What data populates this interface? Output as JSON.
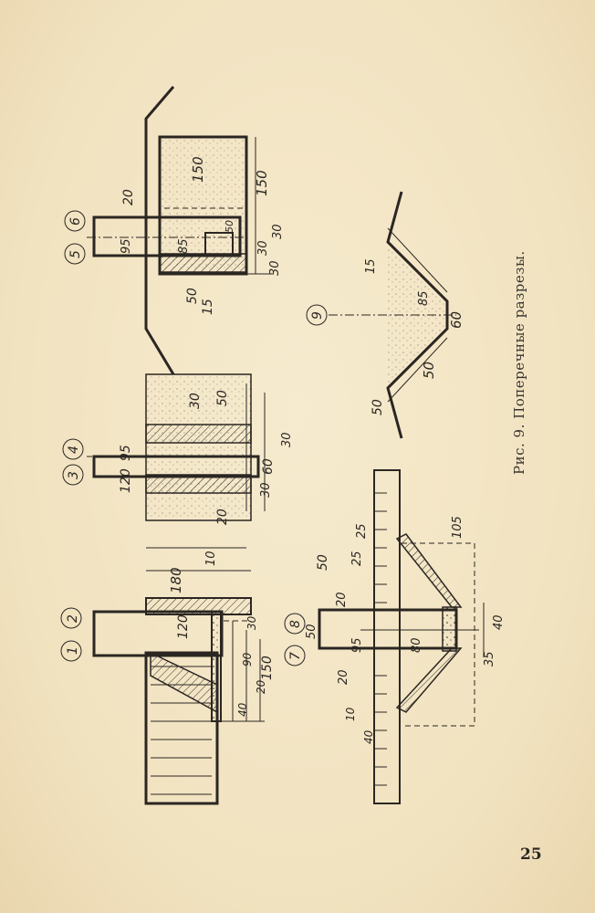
{
  "caption": "Рис. 9. Поперечные разрезы.",
  "page_number": "25",
  "section_markers": [
    "1",
    "2",
    "3",
    "4",
    "5",
    "6",
    "7",
    "8",
    "9"
  ],
  "dimensions": {
    "sec12": [
      "180",
      "10",
      "120",
      "30",
      "90",
      "20",
      "150",
      "40"
    ],
    "sec34": [
      "30",
      "50",
      "120",
      "95",
      "60",
      "30",
      "30",
      "20"
    ],
    "sec56": [
      "20",
      "150",
      "150",
      "95",
      "85",
      "50",
      "30",
      "30",
      "30",
      "50",
      "15"
    ],
    "sec78": [
      "50",
      "25",
      "25",
      "105",
      "20",
      "50",
      "95",
      "80",
      "35",
      "40",
      "20",
      "10",
      "40"
    ],
    "sec9": [
      "15",
      "85",
      "60",
      "50",
      "50"
    ]
  },
  "colors": {
    "paper": "#f3e6c6",
    "ink": "#2b2622"
  }
}
